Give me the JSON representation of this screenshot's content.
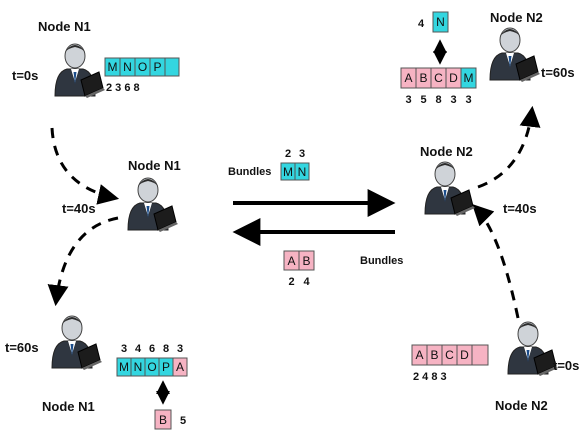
{
  "colors": {
    "cyan": "#33d6e0",
    "pink": "#f6b3c3",
    "cell_border": "#555555",
    "arrow": "#000000"
  },
  "icon": "person-with-laptop-icon",
  "nodes": {
    "tl": {
      "name": "Node N1",
      "time": "t=0s"
    },
    "ml": {
      "name": "Node N1",
      "time": "t=40s"
    },
    "bl": {
      "name": "Node N1",
      "time": "t=60s"
    },
    "tr": {
      "name": "Node N2",
      "time": "t=60s"
    },
    "mr": {
      "name": "Node N2",
      "time": "t=40s"
    },
    "br": {
      "name": "Node N2",
      "time": "t=0s"
    }
  },
  "buffers": {
    "tl": {
      "cells": [
        "M",
        "N",
        "O",
        "P",
        ""
      ],
      "colors": [
        "cyan",
        "cyan",
        "cyan",
        "cyan",
        "cyan"
      ],
      "numbers": "2 3 6 8"
    },
    "tr": {
      "cells": [
        "A",
        "B",
        "C",
        "D",
        "M"
      ],
      "colors": [
        "pink",
        "pink",
        "pink",
        "pink",
        "cyan"
      ],
      "numbers": [
        "3",
        "5",
        "8",
        "3",
        "3"
      ]
    },
    "bl": {
      "cells": [
        "M",
        "N",
        "O",
        "P",
        "A"
      ],
      "colors": [
        "cyan",
        "cyan",
        "cyan",
        "cyan",
        "pink"
      ],
      "numbers": [
        "3",
        "4",
        "6",
        "8",
        "3"
      ]
    },
    "br": {
      "cells": [
        "A",
        "B",
        "C",
        "D",
        ""
      ],
      "colors": [
        "pink",
        "pink",
        "pink",
        "pink",
        "pink"
      ],
      "numbers": "2 4 8 3"
    }
  },
  "exchange": {
    "to_n2": {
      "label": "Bundles",
      "cells": [
        "M",
        "N"
      ],
      "numbers": [
        "2",
        "3"
      ]
    },
    "to_n1": {
      "label": "Bundles",
      "cells": [
        "A",
        "B"
      ],
      "numbers": [
        "2",
        "4"
      ]
    }
  },
  "dropped": {
    "tr": {
      "cell": "N",
      "number": "4"
    },
    "bl": {
      "cell": "B",
      "number": "5"
    }
  }
}
